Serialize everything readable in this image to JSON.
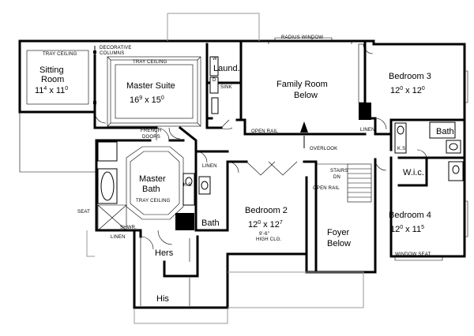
{
  "rooms": {
    "sitting_room": {
      "name": "Sitting Room",
      "line1": "Sitting",
      "line2": "Room",
      "w": "11",
      "w_sup": "4",
      "d": "11",
      "d_sup": "0"
    },
    "master_suite": {
      "line1": "Master Suite",
      "w": "16",
      "w_sup": "9",
      "d": "15",
      "d_sup": "0"
    },
    "laundry": {
      "name": "Laund."
    },
    "family_room": {
      "line1": "Family Room",
      "line2": "Below"
    },
    "bedroom3": {
      "name": "Bedroom 3",
      "w": "12",
      "w_sup": "0",
      "d": "12",
      "d_sup": "0"
    },
    "master_bath": {
      "line1": "Master",
      "line2": "Bath"
    },
    "bedroom2": {
      "name": "Bedroom 2",
      "w": "12",
      "w_sup": "0",
      "d": "12",
      "d_sup": "7",
      "ceiling": "9'-6\"",
      "ceiling_note": "HIGH CLG."
    },
    "foyer": {
      "line1": "Foyer",
      "line2": "Below"
    },
    "bedroom4": {
      "name": "Bedroom 4",
      "w": "12",
      "w_sup": "0",
      "d": "11",
      "d_sup": "5"
    },
    "bath_right": {
      "name": "Bath"
    },
    "bath_mid": {
      "name": "Bath"
    },
    "wic": {
      "name": "W.i.c."
    },
    "hers": {
      "name": "Hers"
    },
    "his": {
      "name": "His"
    }
  },
  "notes": {
    "tray_ceiling_sitting": "TRAY CEILING",
    "decorative_columns": "DECORATIVE COLUMNS",
    "tray_ceiling_suite": "TRAY CEILING",
    "radius_window": "RADIUS WINDOW",
    "sink": "SINK",
    "w": "W",
    "d": "D",
    "linen_b3": "LINEN",
    "open_rail_family": "OPEN RAIL",
    "overlook": "OVERLOOK",
    "french_doors": "FRENCH DOORS",
    "french_doors_1": "FRENCH",
    "french_doors_2": "DOORS",
    "linen_hall": "LINEN",
    "stairs_dn": "STAIRS",
    "dn": "DN",
    "open_rail_foyer": "OPEN RAIL",
    "ks_bath": "K.S.",
    "ks_right": "K.S.",
    "tray_ceiling_bath": "TRAY CEILING",
    "seat": "SEAT",
    "shwr": "SHWR.",
    "linen_bath": "LINEN",
    "window_seat": "WINDOW SEAT",
    "by": "x"
  }
}
